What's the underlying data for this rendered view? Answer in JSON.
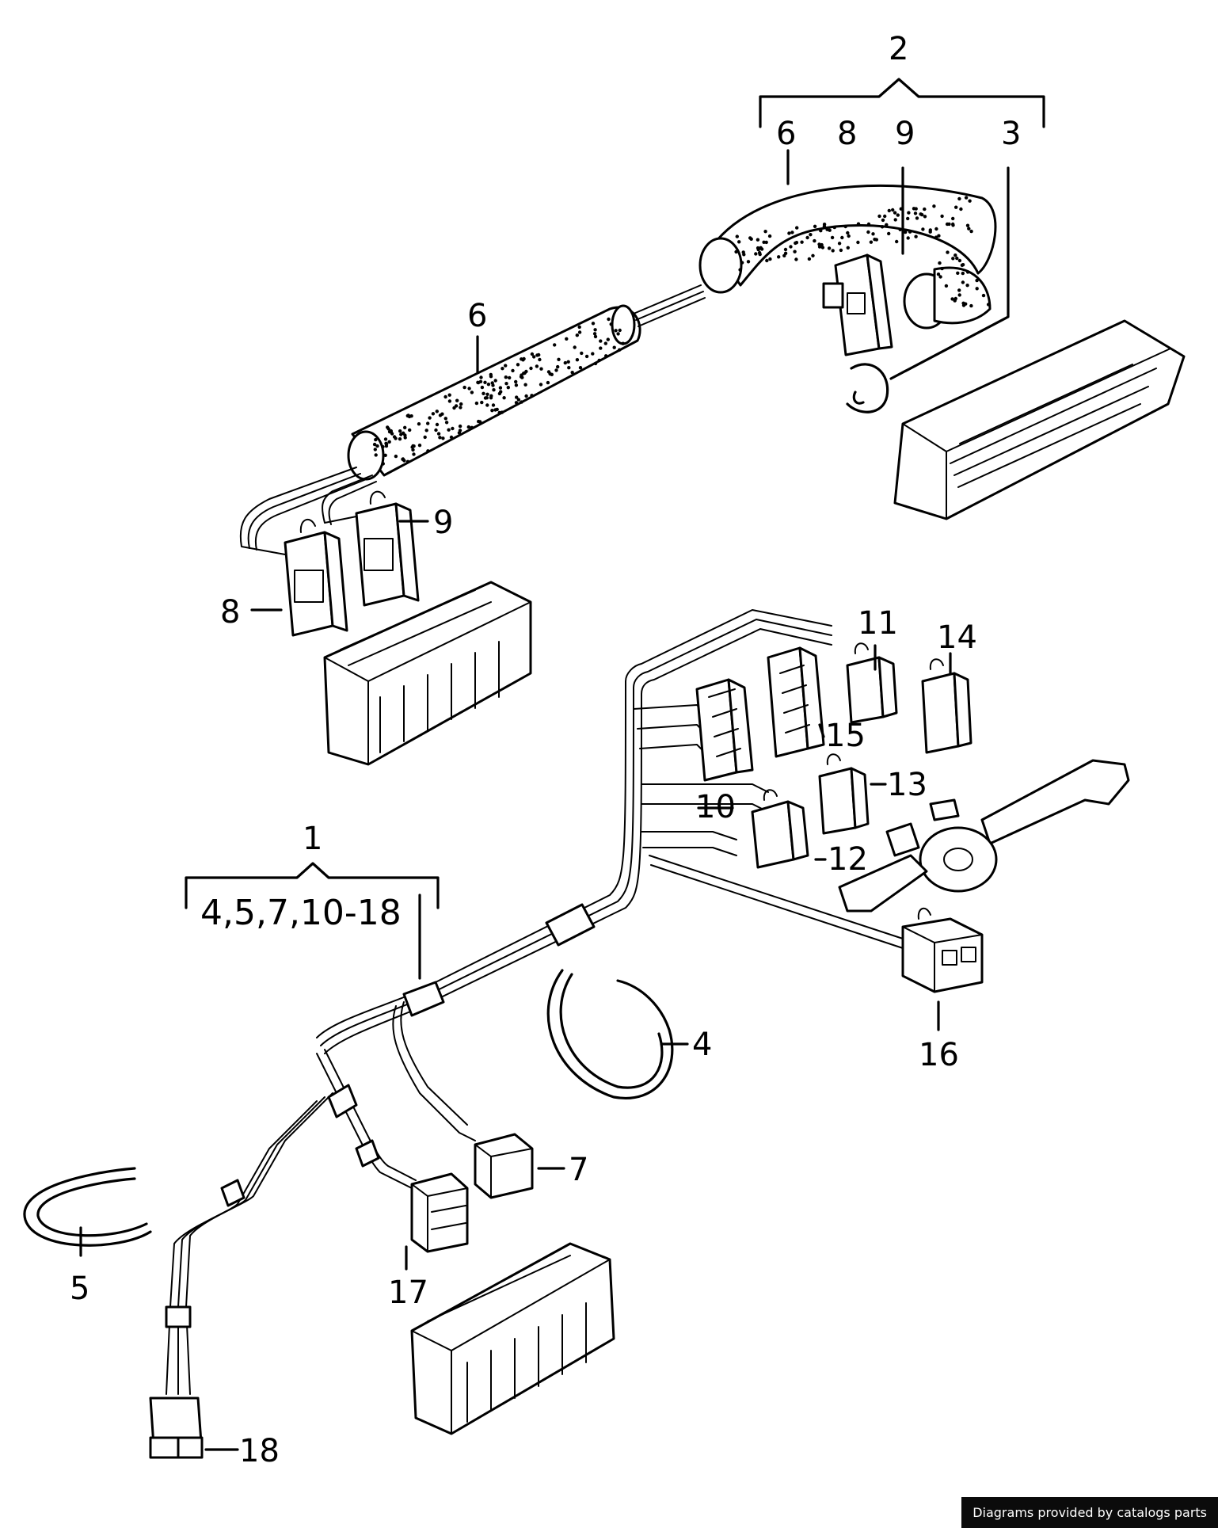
{
  "labels": {
    "l2": "2",
    "l6a": "6",
    "l8a": "8",
    "l9a": "9",
    "l3": "3",
    "l6b": "6",
    "l9b": "9",
    "l8b": "8",
    "l11": "11",
    "l14": "14",
    "l15": "15",
    "l13": "13",
    "l10": "10",
    "l12": "12",
    "l1": "1",
    "l_group": "4,5,7,10-18",
    "l16": "16",
    "l4": "4",
    "l7": "7",
    "l5": "5",
    "l17": "17",
    "l18": "18"
  },
  "credit": "Diagrams provided by catalogs parts"
}
